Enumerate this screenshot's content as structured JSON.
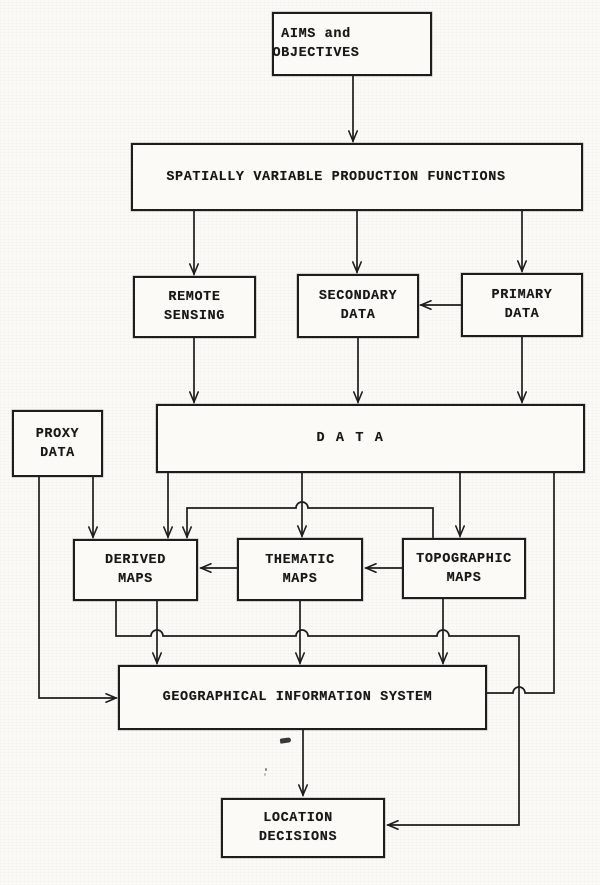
{
  "diagram": {
    "description": "Scanned flowchart of a geographical information system data flow",
    "colors": {
      "ink": "#1d1d1b",
      "paper": "#fbfaf6"
    },
    "nodes": {
      "aims": {
        "lines": [
          "AIMS and",
          "OBJECTIVES"
        ]
      },
      "functions": {
        "lines": [
          "SPATIALLY VARIABLE PRODUCTION FUNCTIONS"
        ]
      },
      "remote": {
        "lines": [
          "REMOTE",
          "SENSING"
        ]
      },
      "secondary": {
        "lines": [
          "SECONDARY",
          "DATA"
        ]
      },
      "primary": {
        "lines": [
          "PRIMARY",
          "DATA"
        ]
      },
      "proxy": {
        "lines": [
          "PROXY",
          "DATA"
        ]
      },
      "data": {
        "lines": [
          "D A T A"
        ]
      },
      "derived": {
        "lines": [
          "DERIVED",
          "MAPS"
        ]
      },
      "thematic": {
        "lines": [
          "THEMATIC",
          "MAPS"
        ]
      },
      "topographic": {
        "lines": [
          "TOPOGRAPHIC",
          "MAPS"
        ]
      },
      "gis": {
        "lines": [
          "GEOGRAPHICAL INFORMATION SYSTEM"
        ]
      },
      "location": {
        "lines": [
          "LOCATION",
          "DECISIONS"
        ]
      }
    },
    "edges": [
      {
        "id": "aims-to-functions",
        "from": "aims",
        "to": "functions",
        "arrow": true
      },
      {
        "id": "functions-to-remote",
        "from": "functions",
        "to": "remote",
        "arrow": true
      },
      {
        "id": "functions-to-secondary",
        "from": "functions",
        "to": "secondary",
        "arrow": true
      },
      {
        "id": "functions-to-primary",
        "from": "functions",
        "to": "primary",
        "arrow": true
      },
      {
        "id": "primary-to-secondary",
        "from": "primary",
        "to": "secondary",
        "arrow": true
      },
      {
        "id": "remote-to-data",
        "from": "remote",
        "to": "data",
        "arrow": true
      },
      {
        "id": "secondary-to-data",
        "from": "secondary",
        "to": "data",
        "arrow": true
      },
      {
        "id": "primary-to-data",
        "from": "primary",
        "to": "data",
        "arrow": true
      },
      {
        "id": "data-to-derived",
        "from": "data",
        "to": "derived",
        "arrow": true
      },
      {
        "id": "data-to-thematic",
        "from": "data",
        "to": "thematic",
        "arrow": true
      },
      {
        "id": "data-to-topographic",
        "from": "data",
        "to": "topographic",
        "arrow": true
      },
      {
        "id": "data-gis-link",
        "from": "data",
        "to": "gis",
        "arrow": false
      },
      {
        "id": "proxy-to-gis",
        "from": "proxy",
        "to": "gis",
        "arrow": true
      },
      {
        "id": "proxy-to-derived",
        "from": "proxy",
        "to": "derived",
        "arrow": true
      },
      {
        "id": "topographic-to-derived",
        "from": "topographic",
        "to": "derived",
        "arrow": true
      },
      {
        "id": "thematic-to-derived",
        "from": "thematic",
        "to": "derived",
        "arrow": true
      },
      {
        "id": "topographic-to-thematic",
        "from": "topographic",
        "to": "thematic",
        "arrow": true
      },
      {
        "id": "derived-to-gis",
        "from": "derived",
        "to": "gis",
        "arrow": true
      },
      {
        "id": "thematic-to-gis",
        "from": "thematic",
        "to": "gis",
        "arrow": true
      },
      {
        "id": "topographic-to-gis",
        "from": "topographic",
        "to": "gis",
        "arrow": true
      },
      {
        "id": "derived-to-location",
        "from": "derived",
        "to": "location",
        "arrow": true
      },
      {
        "id": "gis-to-location",
        "from": "gis",
        "to": "location",
        "arrow": true
      }
    ]
  }
}
